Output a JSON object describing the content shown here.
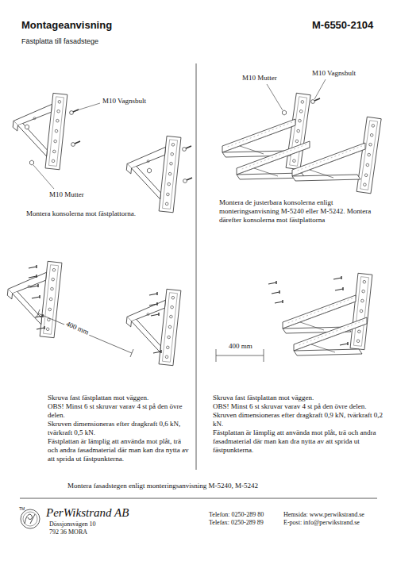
{
  "diagram": {
    "title": "Montageanvisning",
    "labels": [
      "M-6550-2104",
      "Fästplatta till fasadstege",
      "M10 Vagnsbult",
      "M10 Mutter",
      "Montera konsolerna mot fästplattorna.",
      "M10 Mutter",
      "M10 Vagnsbult",
      "Montera de justerbara konsolerna enligt monteringsanvisning M-5240 eller M-5242. Montera därefter konsolerna mot fästplattorna",
      "400 mm",
      "400 mm",
      "Skruva fast fästplattan mot väggen.",
      "OBS! Minst 6 st skruvar varav 4 st på den övre delen.",
      "Skruven dimensioneras efter dragkraft 0,6 kN, tvärkraft 0,5 kN.",
      "Fästplattan är lämplig att använda mot plåt, trä och andra fasadmaterial där man kan dra nytta av att sprida ut fästpunkterna.",
      "Skruva fast fästplattan mot väggen.",
      "OBS! Minst 6 st skruvar varav 4 st på den övre delen.",
      "Skruven dimensioneras efter dragkraft 0,9 kN, tvärkraft 0,2 kN.",
      "Fästplattan är lämplig att använda mot plåt, trä och andra fasadmaterial där man kan dra nytta av att sprida ut fästpunkterna.",
      "Montera fasadstegen enligt monteringsanvisning M-5240, M-5242",
      "TM",
      "PerWikstrand AB",
      "Dössjonsvägen 10",
      "792 36 MORA",
      "Telefon: 0250-289 80",
      "Telefax: 0250-289 89",
      "Hemsida: www.perwikstrand.se",
      "E-post: info@perwikstrand.se"
    ]
  }
}
